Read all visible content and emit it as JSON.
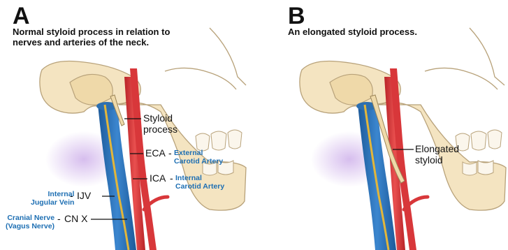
{
  "panel_a": {
    "letter": "A",
    "caption": "Normal styloid process in relation to\nnerves and arteries of the neck.",
    "labels": {
      "styloid": "Styloid\nprocess",
      "eca_abbr": "ECA",
      "eca_full": "External\nCarotid Artery",
      "ica_abbr": "ICA",
      "ica_full": "Internal\nCarotid Artery",
      "ijv_abbr": "IJV",
      "ijv_full": "Internal\nJugular Vein",
      "cnx_abbr": "CN X",
      "cnx_full": "Cranial Nerve\n(Vagus Nerve)"
    }
  },
  "panel_b": {
    "letter": "B",
    "caption": "An elongated styloid process.",
    "labels": {
      "elongated": "Elongated\nstyloid"
    }
  },
  "colors": {
    "bone": "#f4e4c1",
    "bone_outline": "#b8a27a",
    "vein": "#2d6fb0",
    "artery": "#d8373a",
    "nerve": "#e3b63a",
    "label_blue": "#1e6fb3",
    "glow": "#c9a8e8"
  }
}
